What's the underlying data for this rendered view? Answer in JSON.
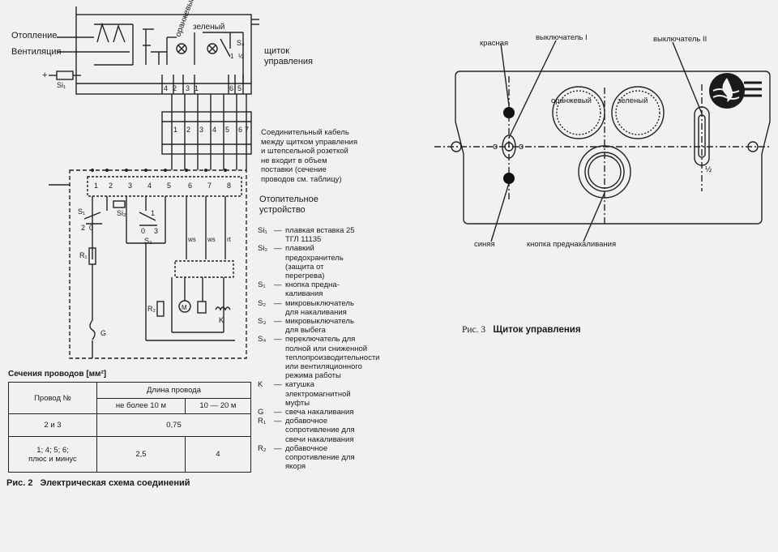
{
  "left": {
    "labels": {
      "heating": "Отопление",
      "ventilation": "Вентиляция",
      "plus": "+",
      "si1": "Si₁",
      "orange": "оранжевый",
      "green": "зеленый",
      "s4": "S₄",
      "panel": "щиток управления",
      "cable_note": "Соединительный кабель между щитком управления и штепсельной розеткой не входит в объем поставки (сечение проводов см. таблицу)",
      "heater": "Отопительное устройство",
      "s1": "S₁",
      "s2": "S₂",
      "s3": "S₃",
      "si2": "Si₂",
      "r1": "R₁",
      "r2": "R₂",
      "g": "G",
      "k": "K",
      "m": "M",
      "ws1": "ws",
      "ws2": "ws",
      "rt": "rt",
      "contact_1": "1",
      "contact_2": "2",
      "contact_0a": "0",
      "contact_0b": "0",
      "contact_3": "3",
      "top_term_4": "4",
      "top_term_2": "2",
      "top_term_3": "3",
      "top_term_1": "1",
      "top_term_6": "6",
      "top_term_5": "5",
      "s4_contact_1": "1",
      "s4_contact_2": "½",
      "mid_term_1": "1",
      "mid_term_2": "2",
      "mid_term_3": "3",
      "mid_term_4": "4",
      "mid_term_5": "5",
      "mid_term_6": "6",
      "mid_term_7": "7",
      "low_term_1": "1",
      "low_term_2": "2",
      "low_term_3": "3",
      "low_term_4": "4",
      "low_term_5": "5",
      "low_term_6": "6",
      "low_term_7": "7",
      "low_term_8": "8"
    },
    "legend": [
      {
        "key": "Si₁",
        "text": "плавкая вставка 25 ТГЛ 11135"
      },
      {
        "key": "Si₂",
        "text": "плавкий предохранитель (защита от перегрева)"
      },
      {
        "key": "S₁",
        "text": "кнопка предна­каливания"
      },
      {
        "key": "S₂",
        "text": "микровыключатель для накаливания"
      },
      {
        "key": "S₃",
        "text": "микровыключатель для выбега"
      },
      {
        "key": "S₄",
        "text": "переключатель для полной или сниженной теплопроизводительности или вентиляционного режима работы"
      },
      {
        "key": "K",
        "text": "катушка электромагнитной муфты"
      },
      {
        "key": "G",
        "text": "свеча накаливания"
      },
      {
        "key": "R₁",
        "text": "добавочное сопротивление для свечи накаливания"
      },
      {
        "key": "R₂",
        "text": "добавочное сопротивление для якоря"
      }
    ],
    "table": {
      "title": "Сечения проводов [мм²]",
      "col_wire": "Провод №",
      "col_length": "Длина провода",
      "col_le10": "не более 10 м",
      "col_10_20": "10 — 20 м",
      "row1_wire": "2 и 3",
      "row1_value": "0,75",
      "row2_wire_a": "1;  4;  5;  6;",
      "row2_wire_b": "плюс  и  минус",
      "row2_le10": "2,5",
      "row2_10_20": "4"
    },
    "caption_num": "Рис. 2",
    "caption": "Электрическая схема соединений"
  },
  "right": {
    "labels": {
      "red": "красная",
      "switch1": "выключатель I",
      "switch2": "выключатель II",
      "orange": "оранжевый",
      "green": "зеленый",
      "blue": "синяя",
      "preheat_button": "кнопка преднакаливания",
      "o1": "o",
      "o2": "o",
      "half": "½"
    },
    "caption_num": "Рис. 3",
    "caption": "Щиток управления"
  },
  "colors": {
    "paper": "#f1f1ef",
    "ink": "#1a1a1a"
  }
}
